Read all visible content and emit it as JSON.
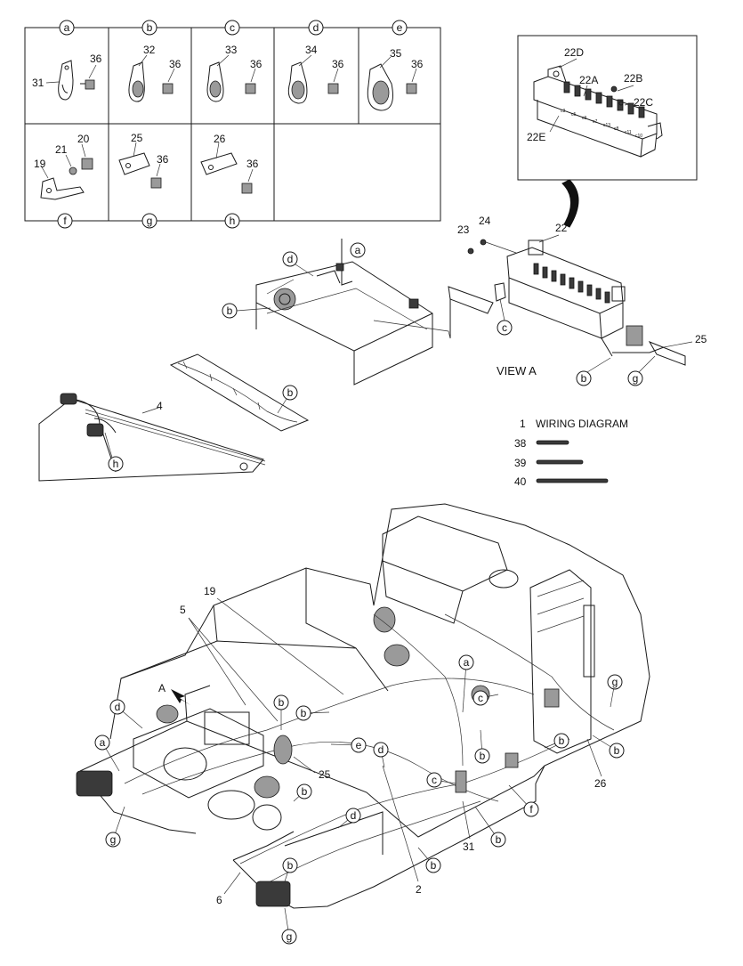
{
  "panels": [
    {
      "letter": "a",
      "parts": [
        "31",
        "36"
      ]
    },
    {
      "letter": "b",
      "parts": [
        "32",
        "36"
      ]
    },
    {
      "letter": "c",
      "parts": [
        "33",
        "36"
      ]
    },
    {
      "letter": "d",
      "parts": [
        "34",
        "36"
      ]
    },
    {
      "letter": "e",
      "parts": [
        "35",
        "36"
      ]
    },
    {
      "letter": "f",
      "parts": [
        "19",
        "21",
        "20"
      ]
    },
    {
      "letter": "g",
      "parts": [
        "25",
        "36"
      ]
    },
    {
      "letter": "h",
      "parts": [
        "26",
        "36"
      ]
    }
  ],
  "view_a_detail": {
    "labels": [
      "22D",
      "22A",
      "22B",
      "22C",
      "22E"
    ],
    "fuse_marks": [
      "c3",
      "c5",
      "c9",
      "c7",
      "c13",
      "c8",
      "c11",
      "c10"
    ]
  },
  "view_a": {
    "caption": "VIEW  A",
    "labels": [
      "22",
      "23",
      "24",
      "25"
    ],
    "clip_refs": [
      "c",
      "b",
      "g"
    ]
  },
  "upper_assembly": {
    "labels": [
      "4"
    ],
    "clip_refs": [
      "a",
      "d",
      "b",
      "b",
      "h"
    ]
  },
  "legend": [
    {
      "num": "1",
      "text": "WIRING DIAGRAM"
    },
    {
      "num": "38",
      "text": ""
    },
    {
      "num": "39",
      "text": ""
    },
    {
      "num": "40",
      "text": ""
    }
  ],
  "main_assembly": {
    "part_labels": [
      "19",
      "5",
      "A",
      "25",
      "26",
      "31",
      "2",
      "6"
    ],
    "clip_refs": [
      "d",
      "a",
      "g",
      "b",
      "b",
      "e",
      "d",
      "c",
      "a",
      "c",
      "b",
      "g",
      "b",
      "b",
      "b",
      "f",
      "d",
      "b",
      "b",
      "g",
      "b"
    ]
  }
}
